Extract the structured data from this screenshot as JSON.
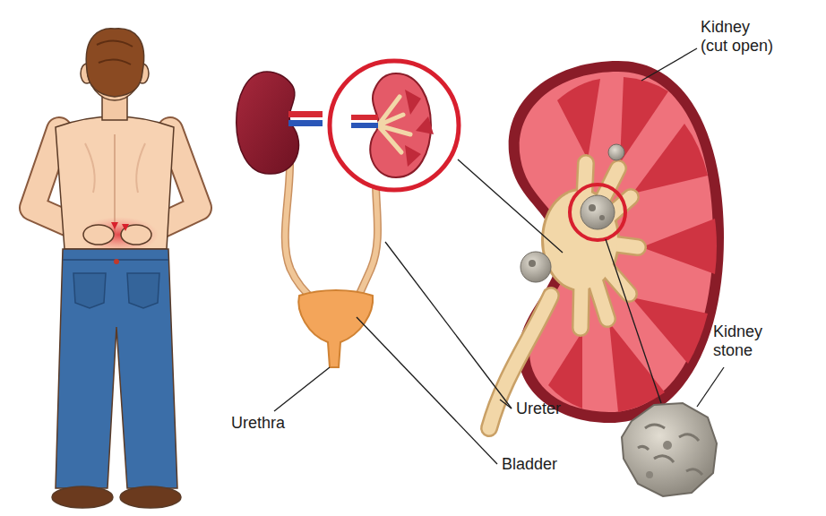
{
  "diagram": {
    "labels": [
      "Kidney (cut open)",
      "Kidney stone",
      "Ureter",
      "Urethra",
      "Bladder"
    ]
  }
}
